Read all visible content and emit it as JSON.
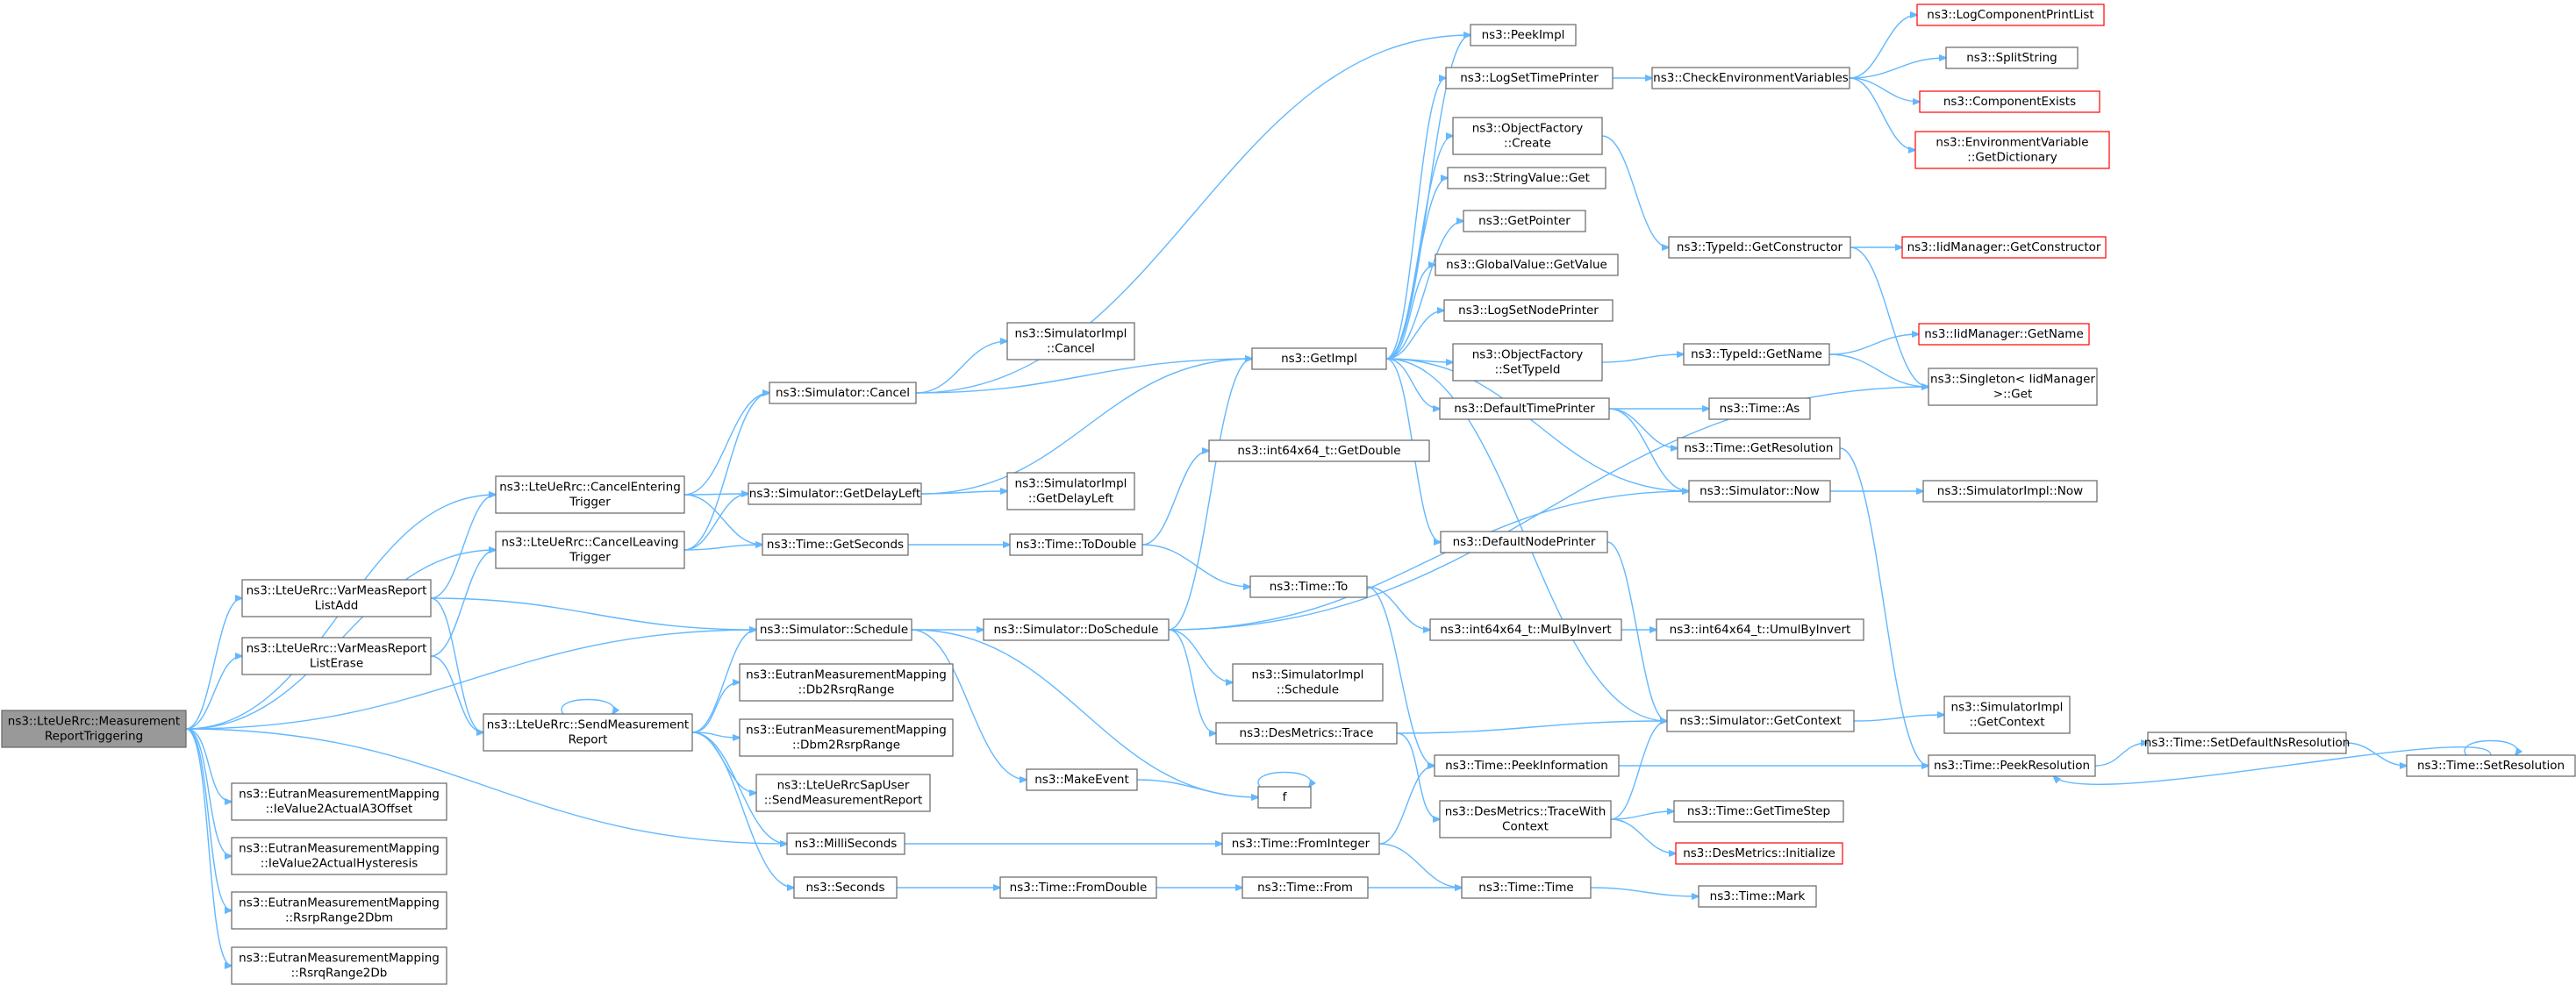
{
  "colors": {
    "edge": "#63b8ff",
    "node_fill": "#ffffff",
    "node_border": "#666666",
    "root_fill": "#999999",
    "truncated_border": "#ff0000"
  },
  "nodes": [
    {
      "id": "root",
      "lines": [
        "ns3::LteUeRrc::Measurement",
        "ReportTriggering"
      ],
      "style": "root"
    },
    {
      "id": "cancelEntering",
      "lines": [
        "ns3::LteUeRrc::CancelEntering",
        "Trigger"
      ]
    },
    {
      "id": "cancelLeaving",
      "lines": [
        "ns3::LteUeRrc::CancelLeaving",
        "Trigger"
      ]
    },
    {
      "id": "varAdd",
      "lines": [
        "ns3::LteUeRrc::VarMeasReport",
        "ListAdd"
      ]
    },
    {
      "id": "varErase",
      "lines": [
        "ns3::LteUeRrc::VarMeasReport",
        "ListErase"
      ]
    },
    {
      "id": "sendMeas",
      "lines": [
        "ns3::LteUeRrc::SendMeasurement",
        "Report"
      ]
    },
    {
      "id": "ieA3",
      "lines": [
        "ns3::EutranMeasurementMapping",
        "::IeValue2ActualA3Offset"
      ]
    },
    {
      "id": "ieHyst",
      "lines": [
        "ns3::EutranMeasurementMapping",
        "::IeValue2ActualHysteresis"
      ]
    },
    {
      "id": "rsrp2dbm",
      "lines": [
        "ns3::EutranMeasurementMapping",
        "::RsrpRange2Dbm"
      ]
    },
    {
      "id": "rsrq2db",
      "lines": [
        "ns3::EutranMeasurementMapping",
        "::RsrqRange2Db"
      ]
    },
    {
      "id": "simCancel",
      "lines": [
        "ns3::Simulator::Cancel"
      ]
    },
    {
      "id": "getDelayLeft",
      "lines": [
        "ns3::Simulator::GetDelayLeft"
      ]
    },
    {
      "id": "getSeconds",
      "lines": [
        "ns3::Time::GetSeconds"
      ]
    },
    {
      "id": "schedule",
      "lines": [
        "ns3::Simulator::Schedule"
      ]
    },
    {
      "id": "db2rsrq",
      "lines": [
        "ns3::EutranMeasurementMapping",
        "::Db2RsrqRange"
      ]
    },
    {
      "id": "dbm2rsrp",
      "lines": [
        "ns3::EutranMeasurementMapping",
        "::Dbm2RsrpRange"
      ]
    },
    {
      "id": "sapUser",
      "lines": [
        "ns3::LteUeRrcSapUser",
        "::SendMeasurementReport"
      ]
    },
    {
      "id": "milli",
      "lines": [
        "ns3::MilliSeconds"
      ]
    },
    {
      "id": "seconds",
      "lines": [
        "ns3::Seconds"
      ]
    },
    {
      "id": "implCancel",
      "lines": [
        "ns3::SimulatorImpl",
        "::Cancel"
      ]
    },
    {
      "id": "implDelayLeft",
      "lines": [
        "ns3::SimulatorImpl",
        "::GetDelayLeft"
      ]
    },
    {
      "id": "toDouble",
      "lines": [
        "ns3::Time::ToDouble"
      ]
    },
    {
      "id": "doSchedule",
      "lines": [
        "ns3::Simulator::DoSchedule"
      ]
    },
    {
      "id": "makeEvent",
      "lines": [
        "ns3::MakeEvent"
      ]
    },
    {
      "id": "fromDouble",
      "lines": [
        "ns3::Time::FromDouble"
      ]
    },
    {
      "id": "getImpl",
      "lines": [
        "ns3::GetImpl"
      ]
    },
    {
      "id": "int64GetDouble",
      "lines": [
        "ns3::int64x64_t::GetDouble"
      ]
    },
    {
      "id": "timeTo",
      "lines": [
        "ns3::Time::To"
      ]
    },
    {
      "id": "implSchedule",
      "lines": [
        "ns3::SimulatorImpl",
        "::Schedule"
      ]
    },
    {
      "id": "desTrace",
      "lines": [
        "ns3::DesMetrics::Trace"
      ]
    },
    {
      "id": "f",
      "lines": [
        "f"
      ]
    },
    {
      "id": "fromInteger",
      "lines": [
        "ns3::Time::FromInteger"
      ]
    },
    {
      "id": "timeFrom",
      "lines": [
        "ns3::Time::From"
      ]
    },
    {
      "id": "peekImpl",
      "lines": [
        "ns3::PeekImpl"
      ]
    },
    {
      "id": "logSetTime",
      "lines": [
        "ns3::LogSetTimePrinter"
      ]
    },
    {
      "id": "ofCreate",
      "lines": [
        "ns3::ObjectFactory",
        "::Create"
      ]
    },
    {
      "id": "strValGet",
      "lines": [
        "ns3::StringValue::Get"
      ]
    },
    {
      "id": "getPointer",
      "lines": [
        "ns3::GetPointer"
      ]
    },
    {
      "id": "globalVal",
      "lines": [
        "ns3::GlobalValue::GetValue"
      ]
    },
    {
      "id": "logSetNode",
      "lines": [
        "ns3::LogSetNodePrinter"
      ]
    },
    {
      "id": "ofSetTypeId",
      "lines": [
        "ns3::ObjectFactory",
        "::SetTypeId"
      ]
    },
    {
      "id": "defTimePrinter",
      "lines": [
        "ns3::DefaultTimePrinter"
      ]
    },
    {
      "id": "defNodePrinter",
      "lines": [
        "ns3::DefaultNodePrinter"
      ]
    },
    {
      "id": "mulByInvert",
      "lines": [
        "ns3::int64x64_t::MulByInvert"
      ]
    },
    {
      "id": "peekInfo",
      "lines": [
        "ns3::Time::PeekInformation"
      ]
    },
    {
      "id": "traceWithCtx",
      "lines": [
        "ns3::DesMetrics::TraceWith",
        "Context"
      ]
    },
    {
      "id": "timeTime",
      "lines": [
        "ns3::Time::Time"
      ]
    },
    {
      "id": "checkEnv",
      "lines": [
        "ns3::CheckEnvironmentVariables"
      ]
    },
    {
      "id": "getCtor",
      "lines": [
        "ns3::TypeId::GetConstructor"
      ]
    },
    {
      "id": "typeIdGetName",
      "lines": [
        "ns3::TypeId::GetName"
      ]
    },
    {
      "id": "timeAs",
      "lines": [
        "ns3::Time::As"
      ]
    },
    {
      "id": "getResolution",
      "lines": [
        "ns3::Time::GetResolution"
      ]
    },
    {
      "id": "simNow",
      "lines": [
        "ns3::Simulator::Now"
      ]
    },
    {
      "id": "umulByInvert",
      "lines": [
        "ns3::int64x64_t::UmulByInvert"
      ]
    },
    {
      "id": "getContext",
      "lines": [
        "ns3::Simulator::GetContext"
      ]
    },
    {
      "id": "getTimeStep",
      "lines": [
        "ns3::Time::GetTimeStep"
      ]
    },
    {
      "id": "desInit",
      "lines": [
        "ns3::DesMetrics::Initialize"
      ],
      "style": "truncated"
    },
    {
      "id": "timeMark",
      "lines": [
        "ns3::Time::Mark"
      ]
    },
    {
      "id": "logCompPrint",
      "lines": [
        "ns3::LogComponentPrintList"
      ],
      "style": "truncated"
    },
    {
      "id": "splitString",
      "lines": [
        "ns3::SplitString"
      ]
    },
    {
      "id": "compExists",
      "lines": [
        "ns3::ComponentExists"
      ],
      "style": "truncated"
    },
    {
      "id": "envGetDict",
      "lines": [
        "ns3::EnvironmentVariable",
        "::GetDictionary"
      ],
      "style": "truncated"
    },
    {
      "id": "iidGetCtor",
      "lines": [
        "ns3::IidManager::GetConstructor"
      ],
      "style": "truncated"
    },
    {
      "id": "iidGetName",
      "lines": [
        "ns3::IidManager::GetName"
      ],
      "style": "truncated"
    },
    {
      "id": "singletonGet",
      "lines": [
        "ns3::Singleton< IidManager",
        " >::Get"
      ]
    },
    {
      "id": "implNow",
      "lines": [
        "ns3::SimulatorImpl::Now"
      ]
    },
    {
      "id": "peekResolution",
      "lines": [
        "ns3::Time::PeekResolution"
      ]
    },
    {
      "id": "implGetCtx",
      "lines": [
        "ns3::SimulatorImpl",
        "::GetContext"
      ]
    },
    {
      "id": "setDefaultNs",
      "lines": [
        "ns3::Time::SetDefaultNsResolution"
      ]
    },
    {
      "id": "setResolution",
      "lines": [
        "ns3::Time::SetResolution"
      ]
    }
  ]
}
